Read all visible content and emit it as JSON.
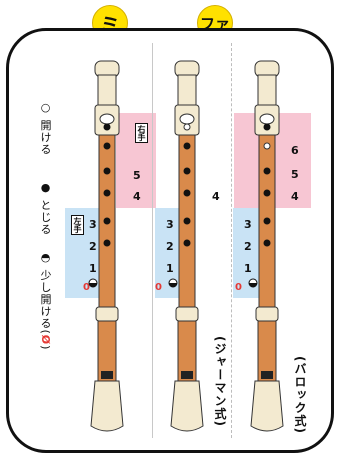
{
  "columns": [
    {
      "note": "ミ"
    },
    {
      "note": "ファ"
    }
  ],
  "legend": {
    "open": "○ 開ける",
    "closed": "● とじる",
    "half": "◓ 少し開ける(",
    "half_mark": "Ø",
    "half_end": ")"
  },
  "hands": {
    "right": "右手",
    "left": "左手"
  },
  "hole_numbers": {
    "n6": "6",
    "n5": "5",
    "n4": "4",
    "n3": "3",
    "n2": "2",
    "n1": "1",
    "n0": "0"
  },
  "styles": {
    "german": "(ジャーマン式)",
    "baroque": "(バロック式)"
  },
  "colors": {
    "badge": "#ffe100",
    "pink": "#f7c6d3",
    "blue": "#c9e3f5",
    "wood": "#d98a4b",
    "ivory": "#f3ead0"
  },
  "recorders": [
    {
      "name": "mi",
      "holes": [
        "closed",
        "closed",
        "closed",
        "closed",
        "closed",
        "closed",
        "half"
      ]
    },
    {
      "name": "fa-german",
      "holes": [
        "open",
        "closed",
        "closed",
        "closed",
        "closed",
        "closed",
        "half"
      ]
    },
    {
      "name": "fa-baroque",
      "holes": [
        "closed",
        "open",
        "closed",
        "closed",
        "closed",
        "closed",
        "half"
      ]
    }
  ]
}
